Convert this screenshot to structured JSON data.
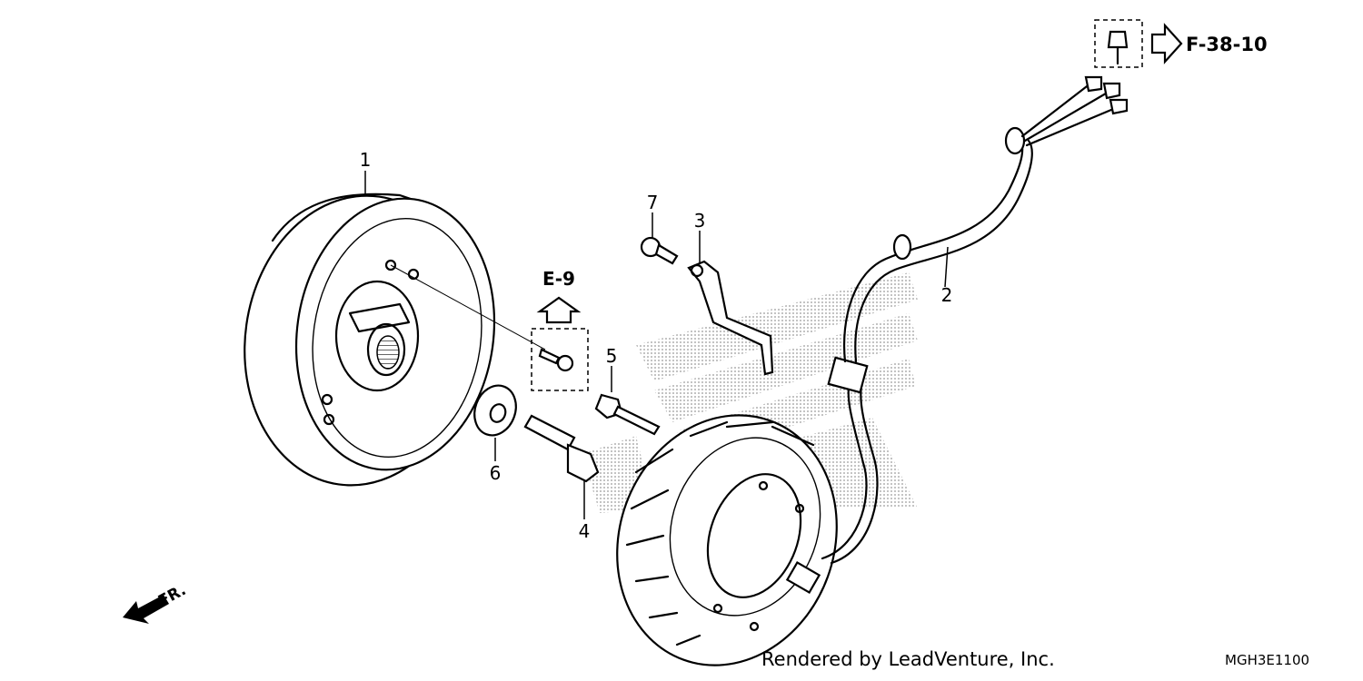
{
  "callouts": {
    "c1": "1",
    "c2": "2",
    "c3": "3",
    "c4": "4",
    "c5": "5",
    "c6": "6",
    "c7": "7"
  },
  "references": {
    "e9": "E-9",
    "f3810": "F-38-10",
    "front": "FR."
  },
  "footer": {
    "credit": "Rendered by LeadVenture, Inc.",
    "diagram_code": "MGH3E1100"
  },
  "colors": {
    "ink": "#000000",
    "watermark": "#c8c8c8",
    "background": "#ffffff"
  },
  "icons": {
    "front_arrow": "arrow-down-left-icon",
    "reference_arrow": "hollow-arrow-icon"
  }
}
